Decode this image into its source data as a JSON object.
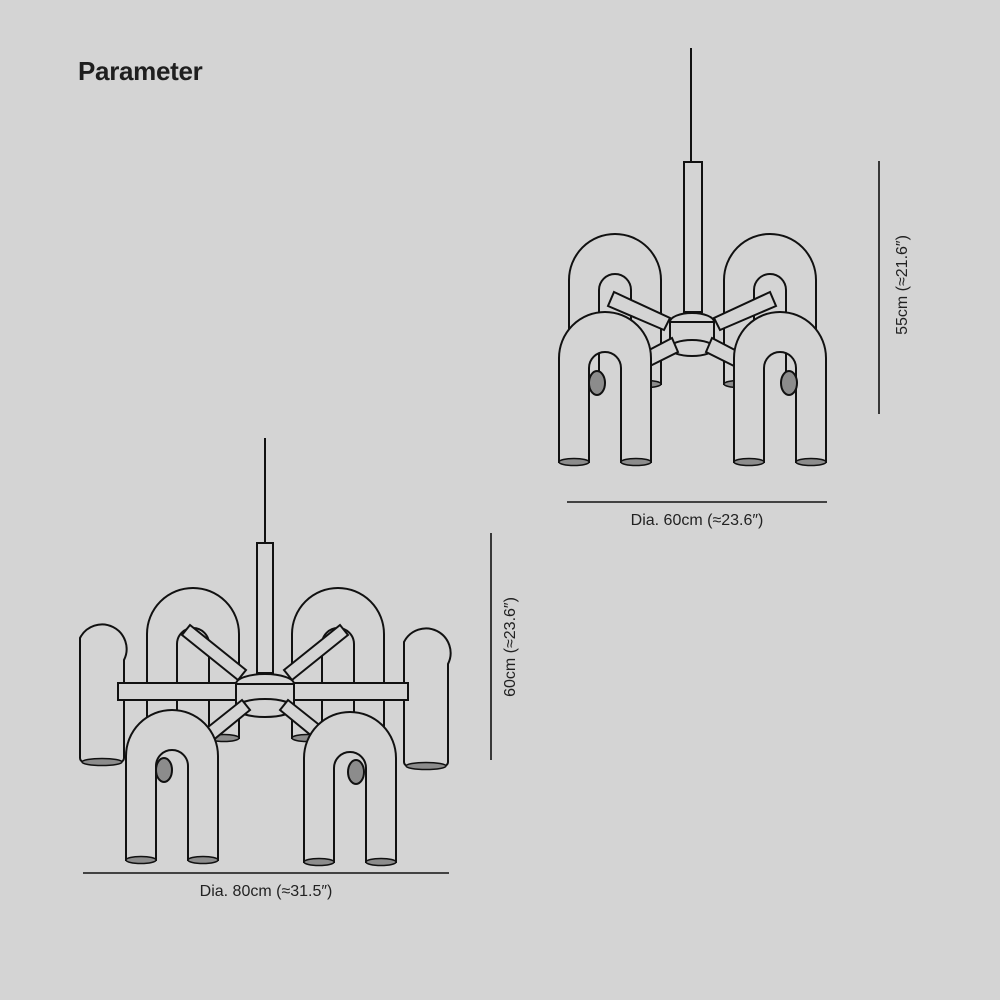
{
  "heading": "Parameter",
  "small_lamp": {
    "height_label": "55cm (≈21.6″)",
    "diameter_label": "Dia. 60cm (≈23.6″)"
  },
  "large_lamp": {
    "height_label": "60cm (≈23.6″)",
    "diameter_label": "Dia. 80cm (≈31.5″)"
  },
  "colors": {
    "background": "#d4d4d4",
    "line": "#111111",
    "text": "#222222"
  }
}
